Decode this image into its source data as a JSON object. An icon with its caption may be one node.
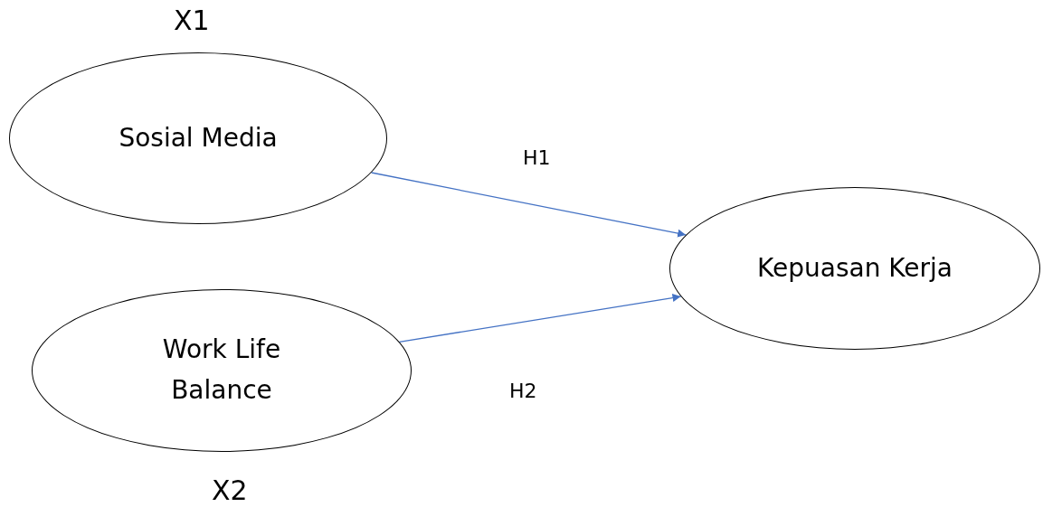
{
  "diagram": {
    "nodes": [
      {
        "text": [
          "Sosial Media"
        ],
        "beside": [
          "X1"
        ]
      },
      {
        "text": [
          "Work Life Balance"
        ],
        "beside": [
          "X2"
        ]
      },
      {
        "text": [
          "Kepuasan Kerja"
        ]
      }
    ],
    "edges": [
      {
        "from": 0,
        "to": 2,
        "arrow": "to",
        "label": "H1"
      },
      {
        "from": 1,
        "to": 2,
        "arrow": "to",
        "label": "H2"
      }
    ]
  }
}
